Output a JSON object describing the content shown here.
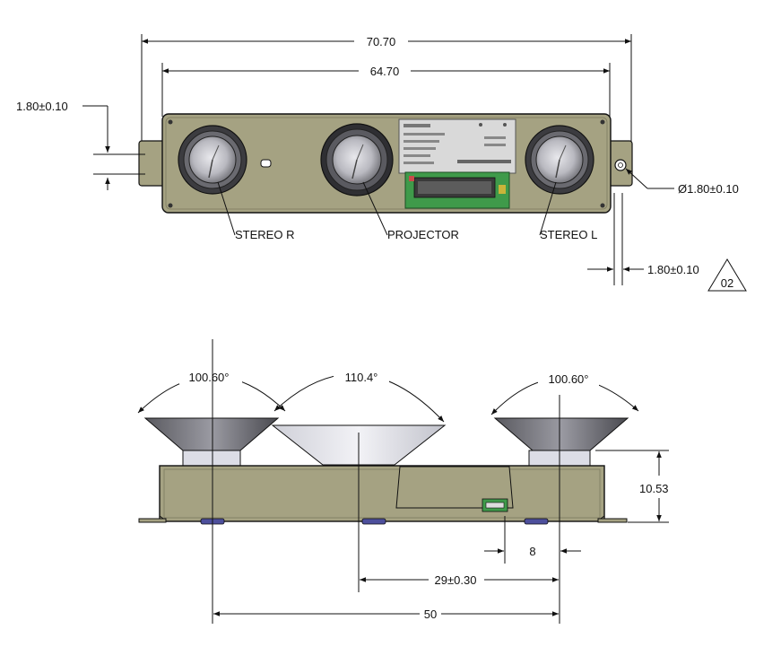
{
  "top_view": {
    "dim_overall": "70.70",
    "dim_mount": "64.70",
    "dim_tab_thickness": "1.80±0.10",
    "dim_hole": "Ø1.80±0.10",
    "dim_edge": "1.80±0.10",
    "rev_tag": "02",
    "label_stereo_r": "STEREO R",
    "label_projector": "PROJECTOR",
    "label_stereo_l": "STEREO L"
  },
  "side_view": {
    "fov_left": "100.60°",
    "fov_center": "110.4°",
    "fov_right": "100.60°",
    "dim_height": "10.53",
    "dim_connector": "8",
    "dim_proj_to_r": "29±0.30",
    "dim_baseline": "50"
  },
  "colors": {
    "body": "#a5a282",
    "body_dark": "#8d8a6b",
    "line": "#111111",
    "pcb_green": "#3f9a4a",
    "label_plate": "#d9d9d9"
  }
}
